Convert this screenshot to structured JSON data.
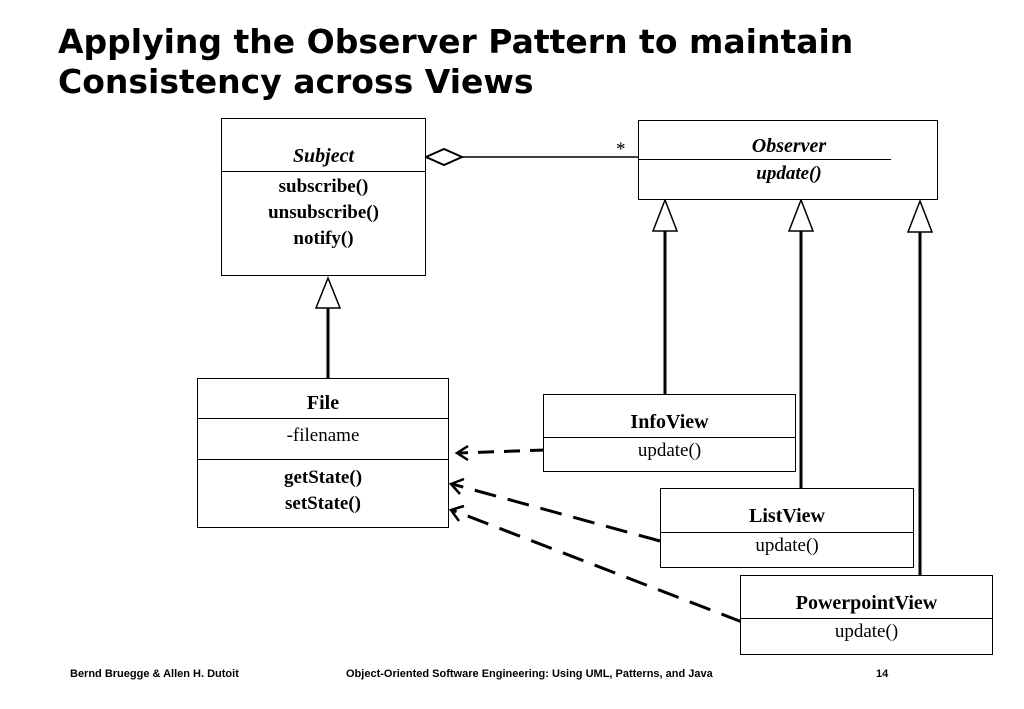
{
  "slide": {
    "title_line1": "Applying the Observer Pattern to maintain",
    "title_line2": "Consistency across Views"
  },
  "diagram": {
    "subject": {
      "name": "Subject",
      "ops": [
        "subscribe()",
        "unsubscribe()",
        "notify()"
      ]
    },
    "observer": {
      "name": "Observer",
      "ops": [
        "update()"
      ]
    },
    "multiplicity": "*",
    "file": {
      "name": "File",
      "attrs": [
        "-filename"
      ],
      "ops": [
        "getState()",
        "setState()"
      ]
    },
    "infoview": {
      "name": "InfoView",
      "ops": [
        "update()"
      ]
    },
    "listview": {
      "name": "ListView",
      "ops": [
        "update()"
      ]
    },
    "powerpointview": {
      "name": "PowerpointView",
      "ops": [
        "update()"
      ]
    }
  },
  "footer": {
    "authors": "Bernd Bruegge & Allen H. Dutoit",
    "book": "Object-Oriented Software Engineering: Using UML, Patterns, and Java",
    "page": "14"
  }
}
